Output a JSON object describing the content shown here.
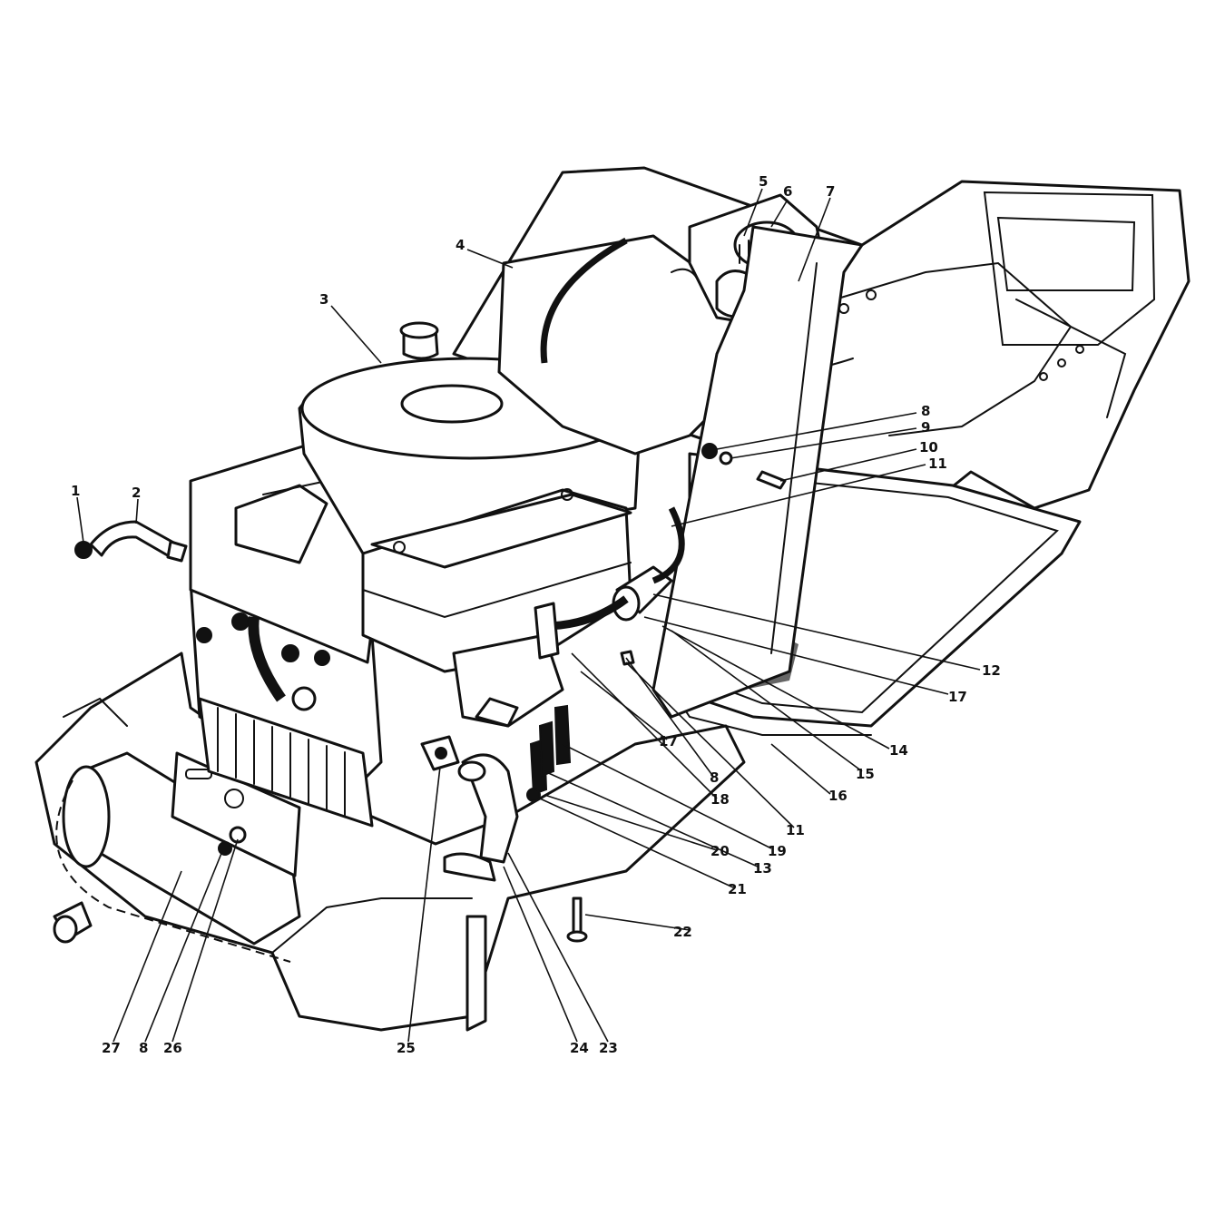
{
  "diagram": {
    "type": "exploded-parts-illustration",
    "callouts": [
      {
        "id": "c1",
        "label": "1"
      },
      {
        "id": "c2",
        "label": "2"
      },
      {
        "id": "c3",
        "label": "3"
      },
      {
        "id": "c4",
        "label": "4"
      },
      {
        "id": "c5",
        "label": "5"
      },
      {
        "id": "c6",
        "label": "6"
      },
      {
        "id": "c7",
        "label": "7"
      },
      {
        "id": "c8a",
        "label": "8"
      },
      {
        "id": "c9",
        "label": "9"
      },
      {
        "id": "c10",
        "label": "10"
      },
      {
        "id": "c11a",
        "label": "11"
      },
      {
        "id": "c12",
        "label": "12"
      },
      {
        "id": "c17a",
        "label": "17"
      },
      {
        "id": "c14",
        "label": "14"
      },
      {
        "id": "c15",
        "label": "15"
      },
      {
        "id": "c16",
        "label": "16"
      },
      {
        "id": "c17b",
        "label": "17"
      },
      {
        "id": "c8b",
        "label": "8"
      },
      {
        "id": "c18",
        "label": "18"
      },
      {
        "id": "c11b",
        "label": "11"
      },
      {
        "id": "c19",
        "label": "19"
      },
      {
        "id": "c20",
        "label": "20"
      },
      {
        "id": "c13",
        "label": "13"
      },
      {
        "id": "c21",
        "label": "21"
      },
      {
        "id": "c22",
        "label": "22"
      },
      {
        "id": "c27",
        "label": "27"
      },
      {
        "id": "c8c",
        "label": "8"
      },
      {
        "id": "c26",
        "label": "26"
      },
      {
        "id": "c25",
        "label": "25"
      },
      {
        "id": "c24",
        "label": "24"
      },
      {
        "id": "c23",
        "label": "23"
      }
    ]
  }
}
